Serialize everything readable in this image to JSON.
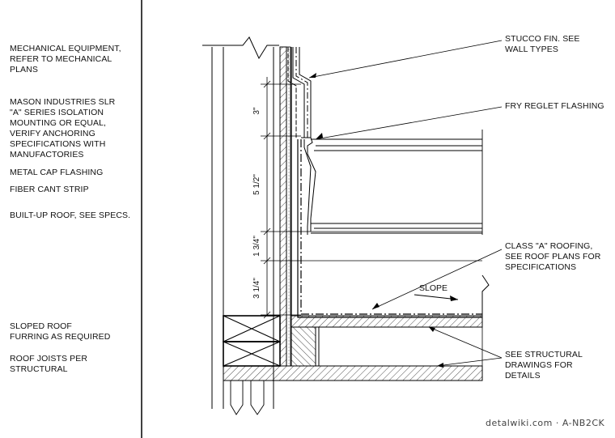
{
  "left_notes": [
    "MECHANICAL EQUIPMENT,\nREFER TO MECHANICAL\nPLANS",
    "MASON INDUSTRIES SLR\n\"A\" SERIES ISOLATION\nMOUNTING OR EQUAL,\nVERIFY ANCHORING\nSPECIFICATIONS WITH\nMANUFACTORIES",
    "METAL CAP FLASHING",
    "FIBER CANT STRIP",
    "BUILT-UP ROOF, SEE SPECS.",
    "SLOPED ROOF\nFURRING AS REQUIRED",
    "ROOF JOISTS PER\nSTRUCTURAL"
  ],
  "right_notes": [
    "STUCCO FIN. SEE\nWALL TYPES",
    "FRY REGLET FLASHING",
    "CLASS \"A\" ROOFING,\nSEE ROOF PLANS FOR\nSPECIFICATIONS",
    "SEE STRUCTURAL\nDRAWINGS FOR\nDETAILS"
  ],
  "dimensions": [
    "3\"",
    "5 1/2\"",
    "1 3/4\"",
    "3 1/4\""
  ],
  "slope_label": "SLOPE",
  "watermark": "detalwiki.com · A-NB2CK"
}
